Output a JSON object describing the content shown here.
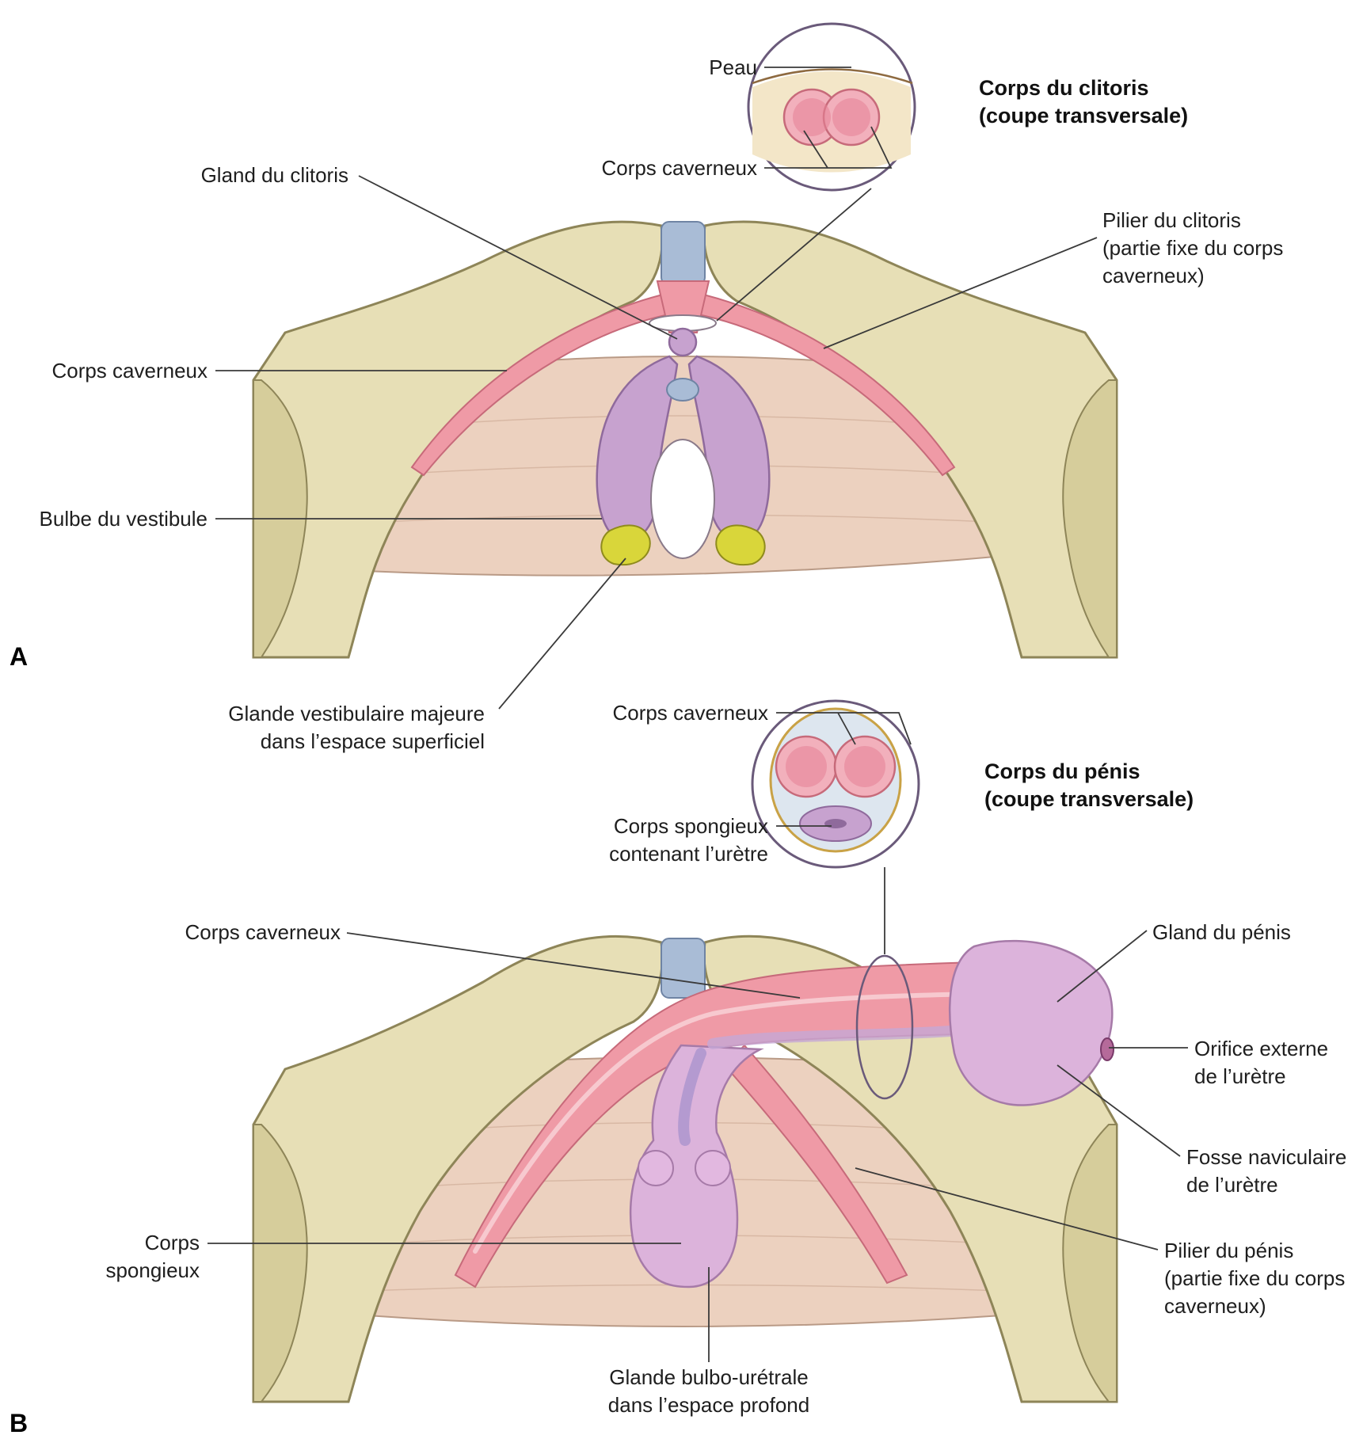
{
  "panel_a": {
    "letter": "A",
    "inset_title": [
      "Corps du clitoris",
      "(coupe transversale)"
    ],
    "labels": {
      "peau": "Peau",
      "corps_caverneux_inset": "Corps caverneux",
      "gland_clitoris": "Gland du clitoris",
      "pilier": [
        "Pilier du clitoris",
        "(partie fixe du corps",
        "caverneux)"
      ],
      "corps_caverneux": "Corps caverneux",
      "bulbe": "Bulbe du vestibule",
      "glande_vestibulaire": [
        "Glande vestibulaire majeure",
        "dans l’espace superficiel"
      ]
    }
  },
  "panel_b": {
    "letter": "B",
    "inset_title": [
      "Corps du pénis",
      "(coupe transversale)"
    ],
    "labels": {
      "corps_caverneux_inset": "Corps caverneux",
      "corps_spongieux_inset": [
        "Corps spongieux",
        "contenant l’urètre"
      ],
      "corps_caverneux": "Corps caverneux",
      "gland_penis": "Gland du pénis",
      "orifice": [
        "Orifice externe",
        "de l’urètre"
      ],
      "fosse": [
        "Fosse naviculaire",
        "de l’urètre"
      ],
      "pilier": [
        "Pilier du pénis",
        "(partie fixe du corps",
        "caverneux)"
      ],
      "corps_spongieux": [
        "Corps",
        "spongieux"
      ],
      "glande_bulbo": [
        "Glande bulbo-urétrale",
        "dans l’espace profond"
      ]
    }
  }
}
